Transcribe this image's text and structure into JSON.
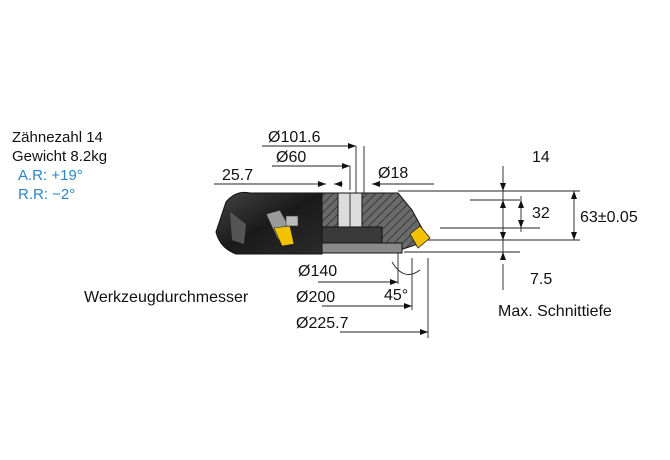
{
  "specs": {
    "teeth": "Zähnezahl 14",
    "weight": "Gewicht 8.2kg",
    "axial_rake": "A.R: +19°",
    "radial_rake": "R.R: −2°"
  },
  "dimensions": {
    "d1": "Ø101.6",
    "d2": "Ø60",
    "d3": "Ø18",
    "offset": "25.7",
    "d4": "Ø140",
    "tool_diameter_label": "Werkzeugdurchmesser",
    "d5": "Ø200",
    "d6": "Ø225.7",
    "angle": "45°",
    "h1": "14",
    "h2": "32",
    "h3": "63±0.05",
    "max_depth_value": "7.5",
    "max_depth_label": "Max. Schnittiefe"
  },
  "colors": {
    "body": "#1e1e1e",
    "section": "#5a5a5a",
    "insert": "#f2c200",
    "annotation": "#2a86c8"
  }
}
